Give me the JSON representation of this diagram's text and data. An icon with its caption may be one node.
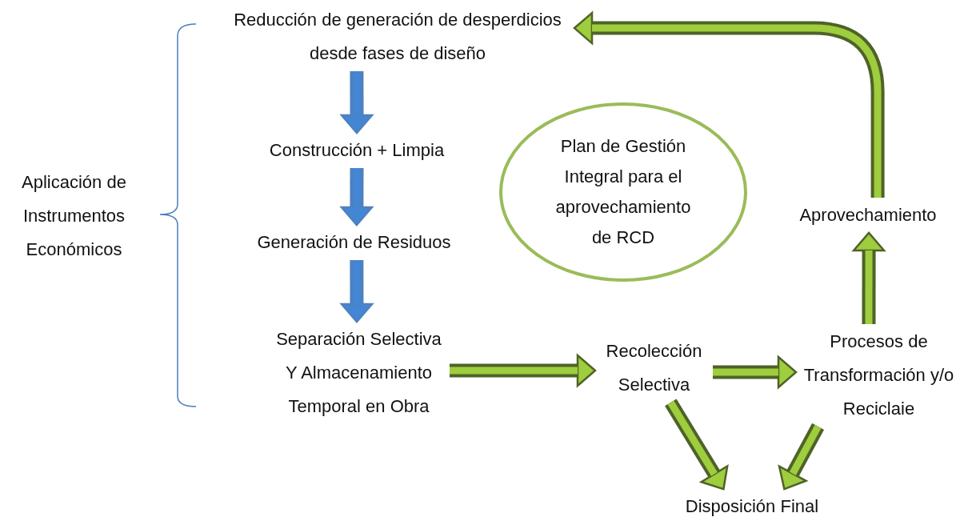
{
  "diagram": {
    "nodes": [
      {
        "text": [
          "Reducción de generación de desperdicios desde fases de diseño"
        ]
      },
      {
        "text": [
          "Construcción + Limpia"
        ]
      },
      {
        "text": [
          "Generación de Residuos"
        ]
      },
      {
        "text": [
          "Separación Selectiva Y Almacenamiento Temporal en Obra"
        ]
      },
      {
        "text": [
          "Plan de Gestión Integral para el aprovechamiento de RCD"
        ]
      },
      {
        "text": [
          "Recolección Selectiva"
        ]
      },
      {
        "text": [
          "Procesos de Transformación y/o Reciclaie"
        ]
      },
      {
        "text": [
          "Aprovechamiento"
        ]
      },
      {
        "text": [
          "Disposición Final"
        ]
      }
    ],
    "edges": [
      {
        "from": 0,
        "to": 1,
        "arrow": "to",
        "color": "#4f81bd"
      },
      {
        "from": 1,
        "to": 2,
        "arrow": "to",
        "color": "#4f81bd"
      },
      {
        "from": 2,
        "to": 3,
        "arrow": "to",
        "color": "#4f81bd"
      },
      {
        "from": 3,
        "to": 5,
        "arrow": "to"
      },
      {
        "from": 5,
        "to": 6,
        "arrow": "to"
      },
      {
        "from": 6,
        "to": 7,
        "arrow": "to"
      },
      {
        "from": 7,
        "to": 0,
        "arrow": "to"
      },
      {
        "from": 5,
        "to": 8,
        "arrow": "to"
      },
      {
        "from": 6,
        "to": 8,
        "arrow": "to"
      }
    ],
    "labels": [
      "Aplicación de Instrumentos Económicos"
    ]
  }
}
